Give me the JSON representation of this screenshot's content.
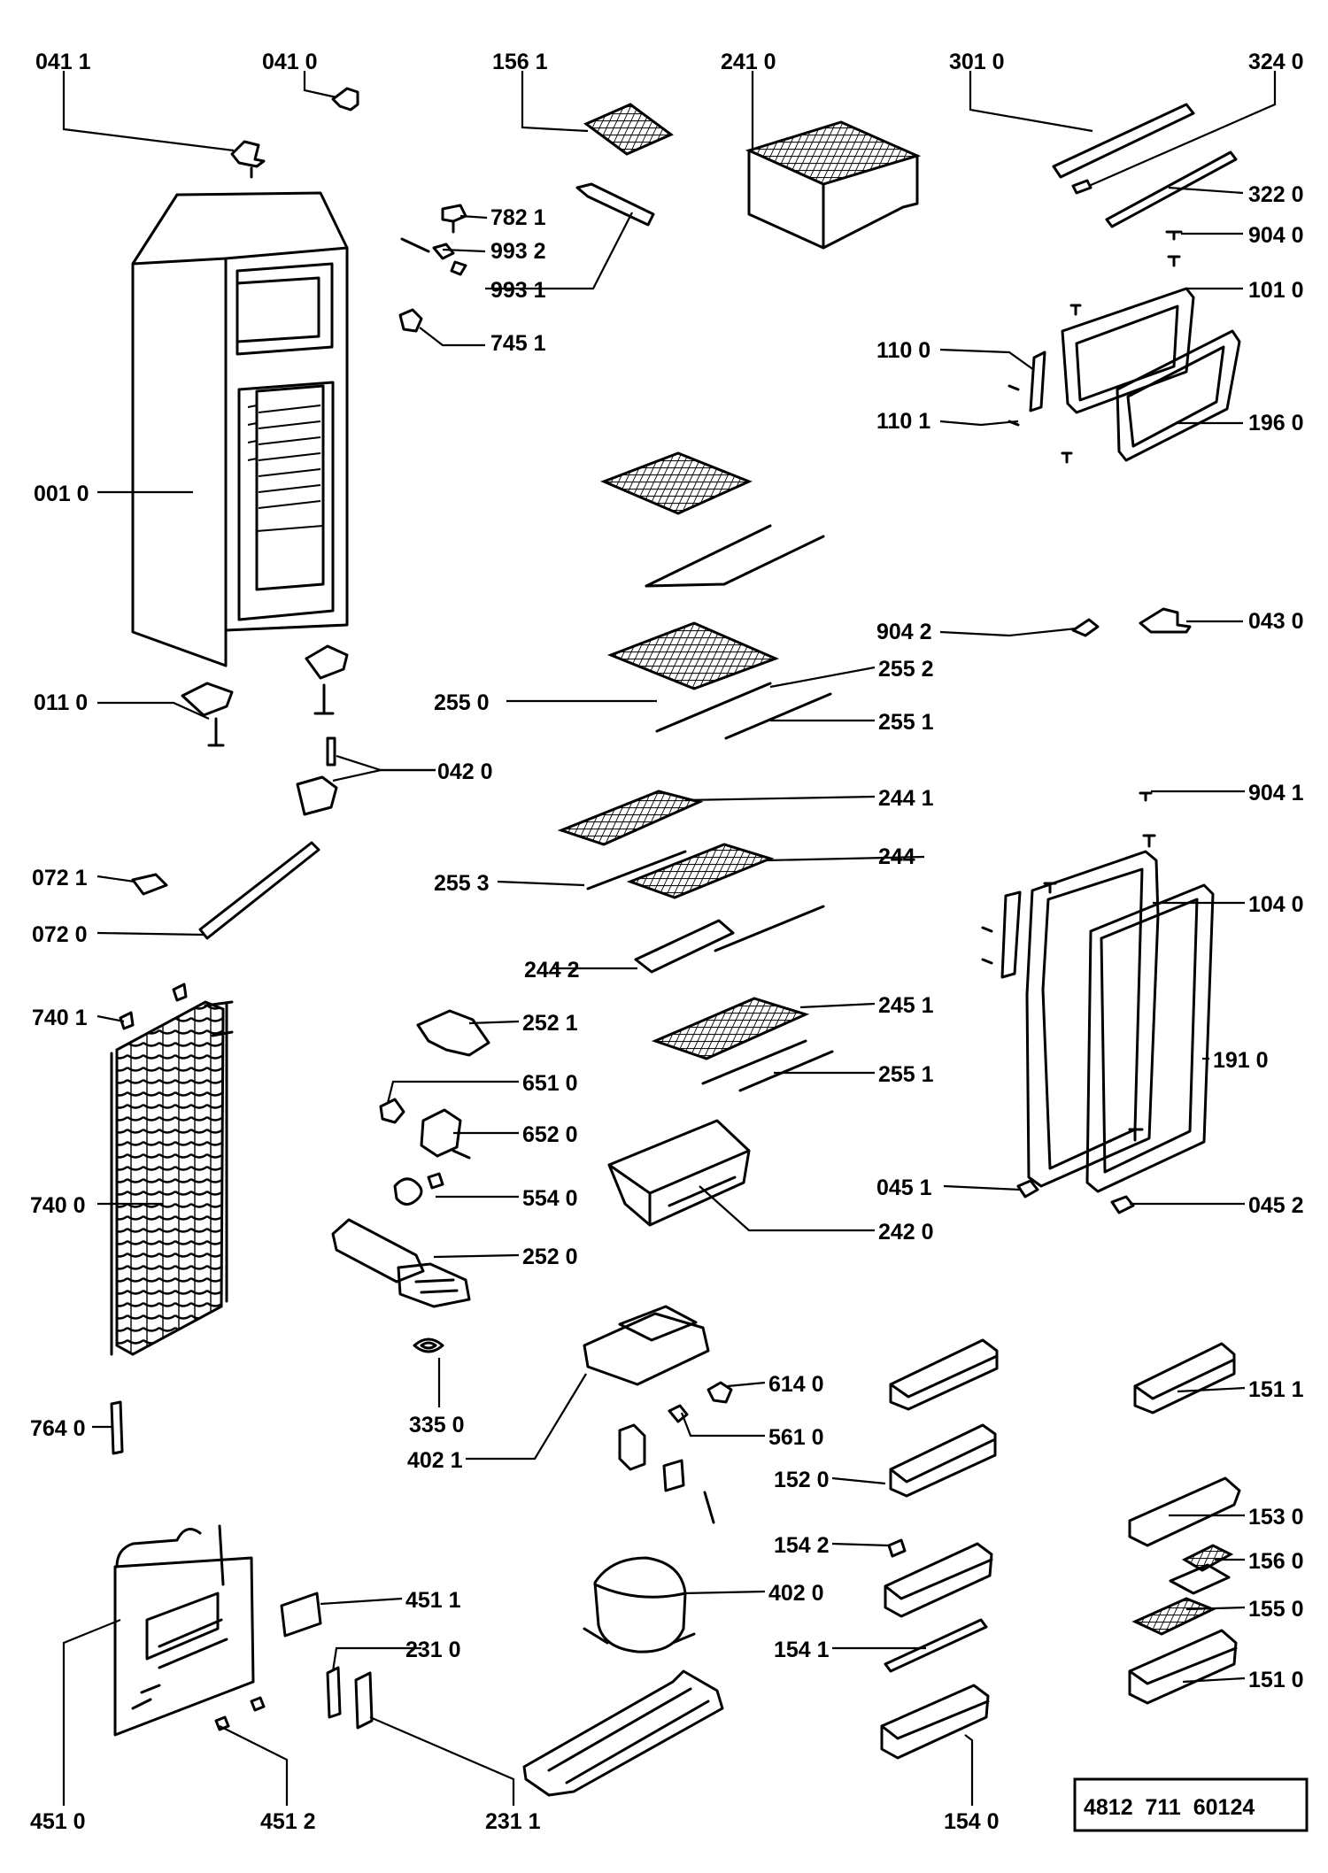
{
  "document_number": "4812  711  60124",
  "labels": [
    {
      "id": "p0411",
      "text": "041 1"
    },
    {
      "id": "p0410",
      "text": "041 0"
    },
    {
      "id": "p1561",
      "text": "156 1"
    },
    {
      "id": "p2410",
      "text": "241 0"
    },
    {
      "id": "p3010",
      "text": "301 0"
    },
    {
      "id": "p3240",
      "text": "324 0"
    },
    {
      "id": "p3220",
      "text": "322 0"
    },
    {
      "id": "p7821",
      "text": "782 1"
    },
    {
      "id": "p9932",
      "text": "993 2"
    },
    {
      "id": "p9931",
      "text": "993 1"
    },
    {
      "id": "p7451",
      "text": "745 1"
    },
    {
      "id": "p9040",
      "text": "904 0"
    },
    {
      "id": "p1010",
      "text": "101 0"
    },
    {
      "id": "p1100",
      "text": "110 0"
    },
    {
      "id": "p1101",
      "text": "110 1"
    },
    {
      "id": "p1960",
      "text": "196 0"
    },
    {
      "id": "p0010",
      "text": "001 0"
    },
    {
      "id": "p9042",
      "text": "904 2"
    },
    {
      "id": "p0430",
      "text": "043 0"
    },
    {
      "id": "p2552",
      "text": "255 2"
    },
    {
      "id": "p0110",
      "text": "011 0"
    },
    {
      "id": "p2550",
      "text": "255 0"
    },
    {
      "id": "p2551a",
      "text": "255 1"
    },
    {
      "id": "p0420",
      "text": "042 0"
    },
    {
      "id": "p2441",
      "text": "244 1"
    },
    {
      "id": "p9041",
      "text": "904 1"
    },
    {
      "id": "p0721",
      "text": "072 1"
    },
    {
      "id": "p2553",
      "text": "255 3"
    },
    {
      "id": "p244",
      "text": "244"
    },
    {
      "id": "p1040",
      "text": "104 0"
    },
    {
      "id": "p0720",
      "text": "072 0"
    },
    {
      "id": "p2442",
      "text": "244 2"
    },
    {
      "id": "p7401",
      "text": "740 1"
    },
    {
      "id": "p2521",
      "text": "252 1"
    },
    {
      "id": "p2451",
      "text": "245 1"
    },
    {
      "id": "p1910",
      "text": "191 0"
    },
    {
      "id": "p6510",
      "text": "651 0"
    },
    {
      "id": "p2551b",
      "text": "255 1"
    },
    {
      "id": "p6520",
      "text": "652 0"
    },
    {
      "id": "p7400",
      "text": "740 0"
    },
    {
      "id": "p5540",
      "text": "554 0"
    },
    {
      "id": "p0451",
      "text": "045 1"
    },
    {
      "id": "p0452",
      "text": "045 2"
    },
    {
      "id": "p2420",
      "text": "242 0"
    },
    {
      "id": "p2520",
      "text": "252 0"
    },
    {
      "id": "p6140",
      "text": "614 0"
    },
    {
      "id": "p1511",
      "text": "151 1"
    },
    {
      "id": "p3350",
      "text": "335 0"
    },
    {
      "id": "p7640",
      "text": "764 0"
    },
    {
      "id": "p5610",
      "text": "561 0"
    },
    {
      "id": "p4021",
      "text": "402 1"
    },
    {
      "id": "p1520",
      "text": "152 0"
    },
    {
      "id": "p1530",
      "text": "153 0"
    },
    {
      "id": "p1542",
      "text": "154 2"
    },
    {
      "id": "p1560",
      "text": "156 0"
    },
    {
      "id": "p4511",
      "text": "451 1"
    },
    {
      "id": "p4020",
      "text": "402 0"
    },
    {
      "id": "p1550",
      "text": "155 0"
    },
    {
      "id": "p2310",
      "text": "231 0"
    },
    {
      "id": "p1541",
      "text": "154 1"
    },
    {
      "id": "p1510",
      "text": "151 0"
    },
    {
      "id": "p4510",
      "text": "451 0"
    },
    {
      "id": "p4512",
      "text": "451 2"
    },
    {
      "id": "p2311",
      "text": "231 1"
    },
    {
      "id": "p1540",
      "text": "154 0"
    }
  ]
}
